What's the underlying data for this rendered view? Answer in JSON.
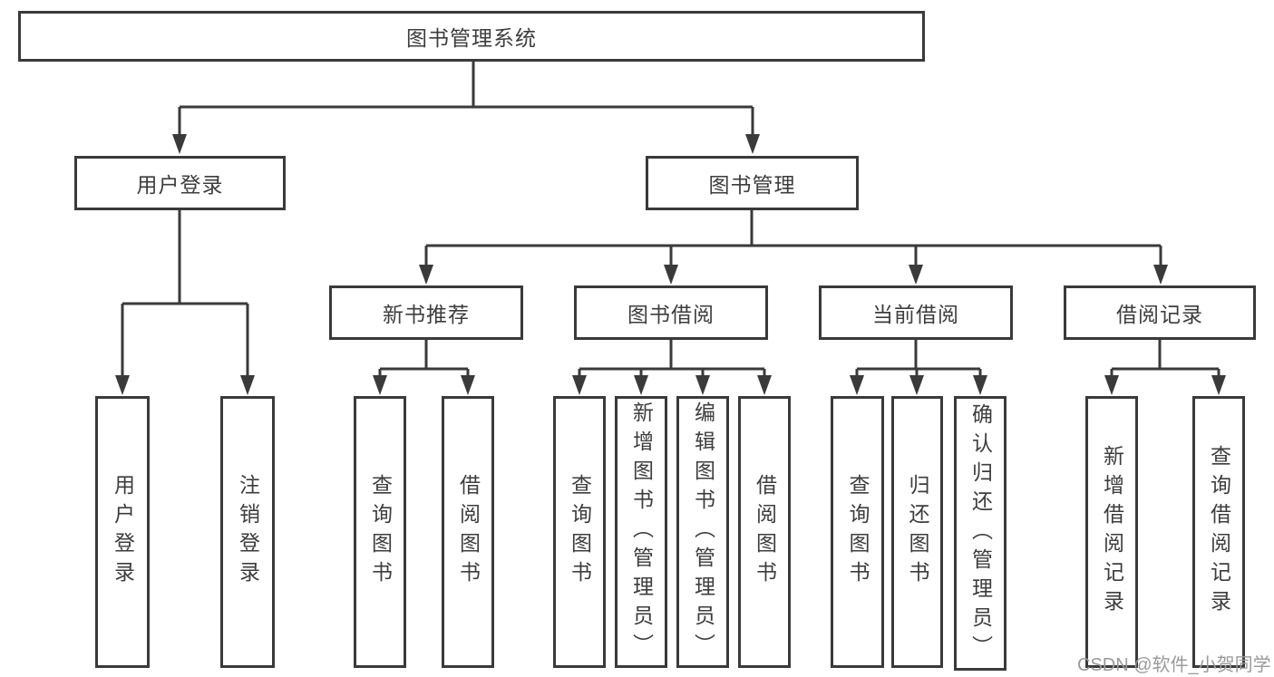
{
  "diagram": {
    "type": "hierarchy-tree",
    "nodes": {
      "root": "图书管理系统",
      "userLogin": "用户登录",
      "bookMgmt": "图书管理",
      "newRec": "新书推荐",
      "bookBorrow": "图书借阅",
      "currentBorrow": "当前借阅",
      "borrowRecord": "借阅记录",
      "leafUserLogin": "用户登录",
      "leafLogout": "注销登录",
      "leafQueryBook1": "查询图书",
      "leafBorrowBook1": "借阅图书",
      "leafQueryBook2": "查询图书",
      "leafAddBook": "新增图书（管理员）",
      "leafEditBook": "编辑图书（管理员）",
      "leafBorrowBook2": "借阅图书",
      "leafQueryBook3": "查询图书",
      "leafReturnBook": "归还图书",
      "leafConfirmReturn": "确认归还（管理员）",
      "leafAddRecord": "新增借阅记录",
      "leafQueryRecord": "查询借阅记录"
    },
    "hierarchy": {
      "图书管理系统": [
        "用户登录",
        "图书管理"
      ],
      "用户登录": [
        "用户登录",
        "注销登录"
      ],
      "图书管理": [
        "新书推荐",
        "图书借阅",
        "当前借阅",
        "借阅记录"
      ],
      "新书推荐": [
        "查询图书",
        "借阅图书"
      ],
      "图书借阅": [
        "查询图书",
        "新增图书（管理员）",
        "编辑图书（管理员）",
        "借阅图书"
      ],
      "当前借阅": [
        "查询图书",
        "归还图书",
        "确认归还（管理员）"
      ],
      "借阅记录": [
        "新增借阅记录",
        "查询借阅记录"
      ]
    }
  },
  "watermark": "CSDN @软件_小贺同学",
  "colors": {
    "line": "#3a3a3a",
    "text": "#3d3d3d",
    "watermark": "#9a9a9a",
    "background": "#ffffff"
  }
}
